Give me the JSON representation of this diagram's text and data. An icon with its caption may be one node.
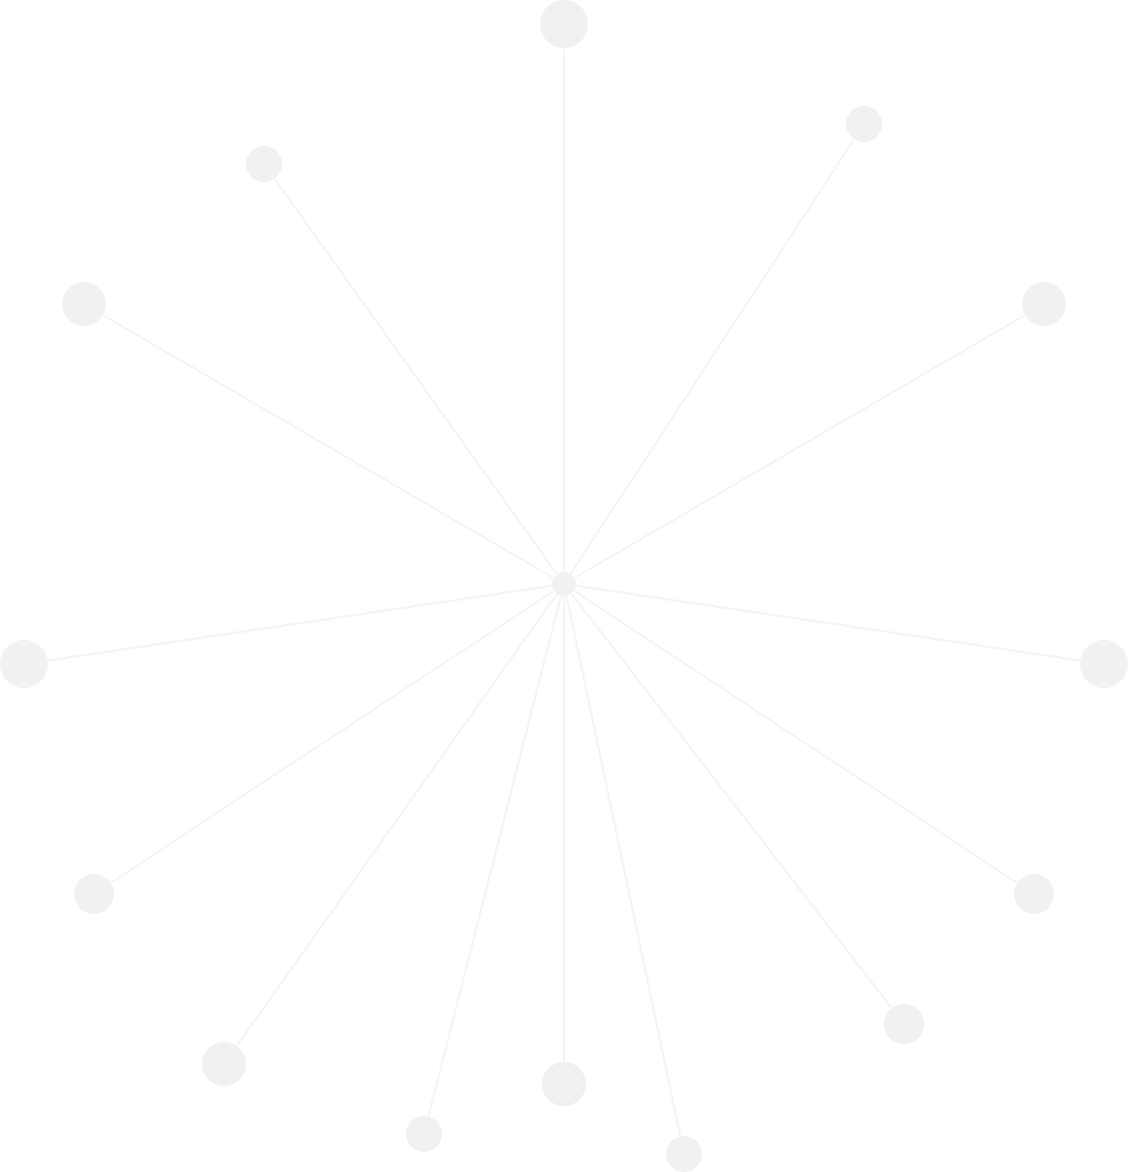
{
  "diagram": {
    "nodes": [
      {
        "text": [],
        "shape": "circle"
      },
      {
        "text": [],
        "shape": "circle"
      },
      {
        "text": [],
        "shape": "circle"
      },
      {
        "text": [],
        "shape": "circle"
      },
      {
        "text": [],
        "shape": "circle"
      },
      {
        "text": [],
        "shape": "circle"
      },
      {
        "text": [],
        "shape": "circle"
      },
      {
        "text": [],
        "shape": "circle"
      },
      {
        "text": [],
        "shape": "circle"
      },
      {
        "text": [],
        "shape": "circle"
      },
      {
        "text": [],
        "shape": "circle"
      },
      {
        "text": [],
        "shape": "circle"
      },
      {
        "text": [],
        "shape": "circle"
      },
      {
        "text": [],
        "shape": "circle"
      },
      {
        "text": [],
        "shape": "circle"
      }
    ],
    "edges": [
      {
        "from": 5,
        "to": 0,
        "arrow": "none"
      },
      {
        "from": 5,
        "to": 1,
        "arrow": "none"
      },
      {
        "from": 5,
        "to": 2,
        "arrow": "none"
      },
      {
        "from": 5,
        "to": 3,
        "arrow": "none"
      },
      {
        "from": 5,
        "to": 4,
        "arrow": "none"
      },
      {
        "from": 5,
        "to": 6,
        "arrow": "none"
      },
      {
        "from": 5,
        "to": 7,
        "arrow": "none"
      },
      {
        "from": 5,
        "to": 8,
        "arrow": "none"
      },
      {
        "from": 5,
        "to": 9,
        "arrow": "none"
      },
      {
        "from": 5,
        "to": 10,
        "arrow": "none"
      },
      {
        "from": 5,
        "to": 11,
        "arrow": "none"
      },
      {
        "from": 5,
        "to": 12,
        "arrow": "none"
      },
      {
        "from": 5,
        "to": 13,
        "arrow": "none"
      },
      {
        "from": 5,
        "to": 14,
        "arrow": "none"
      }
    ]
  }
}
